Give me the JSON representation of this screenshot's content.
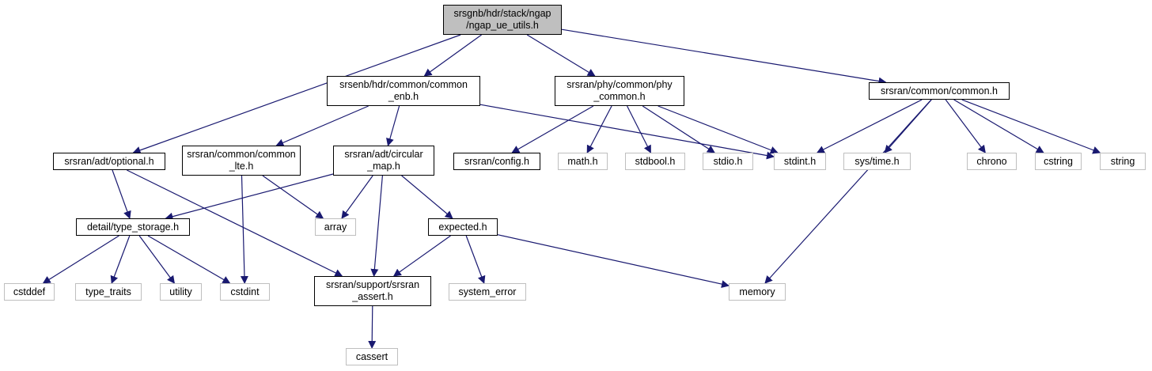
{
  "colors": {
    "edge": "#191970",
    "solid_border": "#000000",
    "ghost_border": "#bfbfbf",
    "root_fill": "#bfbfbf",
    "text": "#000000"
  },
  "nodes": [
    {
      "id": "ngap_ue_utils",
      "style": "root",
      "lines": [
        "srsgnb/hdr/stack/ngap",
        "/ngap_ue_utils.h"
      ]
    },
    {
      "id": "common_enb",
      "style": "solid",
      "lines": [
        "srsenb/hdr/common/common",
        "_enb.h"
      ]
    },
    {
      "id": "phy_common",
      "style": "solid",
      "lines": [
        "srsran/phy/common/phy",
        "_common.h"
      ]
    },
    {
      "id": "common_h",
      "style": "solid",
      "lines": [
        "srsran/common/common.h"
      ]
    },
    {
      "id": "optional",
      "style": "solid",
      "lines": [
        "srsran/adt/optional.h"
      ]
    },
    {
      "id": "common_lte",
      "style": "solid",
      "lines": [
        "srsran/common/common",
        "_lte.h"
      ]
    },
    {
      "id": "circular_map",
      "style": "solid",
      "lines": [
        "srsran/adt/circular",
        "_map.h"
      ]
    },
    {
      "id": "config",
      "style": "solid",
      "lines": [
        "srsran/config.h"
      ]
    },
    {
      "id": "math",
      "style": "ghost",
      "lines": [
        "math.h"
      ]
    },
    {
      "id": "stdbool",
      "style": "ghost",
      "lines": [
        "stdbool.h"
      ]
    },
    {
      "id": "stdio",
      "style": "ghost",
      "lines": [
        "stdio.h"
      ]
    },
    {
      "id": "stdint_h",
      "style": "ghost",
      "lines": [
        "stdint.h"
      ]
    },
    {
      "id": "systime",
      "style": "ghost",
      "lines": [
        "sys/time.h"
      ]
    },
    {
      "id": "chrono",
      "style": "ghost",
      "lines": [
        "chrono"
      ]
    },
    {
      "id": "cstring",
      "style": "ghost",
      "lines": [
        "cstring"
      ]
    },
    {
      "id": "string",
      "style": "ghost",
      "lines": [
        "string"
      ]
    },
    {
      "id": "type_storage",
      "style": "solid",
      "lines": [
        "detail/type_storage.h"
      ]
    },
    {
      "id": "array",
      "style": "ghost",
      "lines": [
        "array"
      ]
    },
    {
      "id": "expected",
      "style": "solid",
      "lines": [
        "expected.h"
      ]
    },
    {
      "id": "cstddef",
      "style": "ghost",
      "lines": [
        "cstddef"
      ]
    },
    {
      "id": "type_traits",
      "style": "ghost",
      "lines": [
        "type_traits"
      ]
    },
    {
      "id": "utility",
      "style": "ghost",
      "lines": [
        "utility"
      ]
    },
    {
      "id": "cstdint",
      "style": "ghost",
      "lines": [
        "cstdint"
      ]
    },
    {
      "id": "srsran_assert",
      "style": "solid",
      "lines": [
        "srsran/support/srsran",
        "_assert.h"
      ]
    },
    {
      "id": "system_error",
      "style": "ghost",
      "lines": [
        "system_error"
      ]
    },
    {
      "id": "memory",
      "style": "ghost",
      "lines": [
        "memory"
      ]
    },
    {
      "id": "cassert",
      "style": "ghost",
      "lines": [
        "cassert"
      ]
    }
  ],
  "edges": [
    {
      "from": "ngap_ue_utils",
      "to": "optional"
    },
    {
      "from": "ngap_ue_utils",
      "to": "common_enb"
    },
    {
      "from": "ngap_ue_utils",
      "to": "phy_common"
    },
    {
      "from": "ngap_ue_utils",
      "to": "common_h"
    },
    {
      "from": "common_enb",
      "to": "common_lte"
    },
    {
      "from": "common_enb",
      "to": "circular_map"
    },
    {
      "from": "common_enb",
      "to": "stdint_h"
    },
    {
      "from": "phy_common",
      "to": "config"
    },
    {
      "from": "phy_common",
      "to": "math"
    },
    {
      "from": "phy_common",
      "to": "stdbool"
    },
    {
      "from": "phy_common",
      "to": "stdio"
    },
    {
      "from": "phy_common",
      "to": "stdint_h"
    },
    {
      "from": "common_h",
      "to": "stdint_h"
    },
    {
      "from": "common_h",
      "to": "systime"
    },
    {
      "from": "common_h",
      "to": "chrono"
    },
    {
      "from": "common_h",
      "to": "cstring"
    },
    {
      "from": "common_h",
      "to": "string"
    },
    {
      "from": "common_h",
      "to": "memory"
    },
    {
      "from": "optional",
      "to": "type_storage"
    },
    {
      "from": "optional",
      "to": "srsran_assert"
    },
    {
      "from": "common_lte",
      "to": "array"
    },
    {
      "from": "common_lte",
      "to": "cstdint"
    },
    {
      "from": "circular_map",
      "to": "type_storage"
    },
    {
      "from": "circular_map",
      "to": "array"
    },
    {
      "from": "circular_map",
      "to": "srsran_assert"
    },
    {
      "from": "circular_map",
      "to": "expected"
    },
    {
      "from": "type_storage",
      "to": "cstddef"
    },
    {
      "from": "type_storage",
      "to": "type_traits"
    },
    {
      "from": "type_storage",
      "to": "utility"
    },
    {
      "from": "type_storage",
      "to": "cstdint"
    },
    {
      "from": "expected",
      "to": "srsran_assert"
    },
    {
      "from": "expected",
      "to": "system_error"
    },
    {
      "from": "expected",
      "to": "memory"
    },
    {
      "from": "srsran_assert",
      "to": "cassert"
    }
  ]
}
